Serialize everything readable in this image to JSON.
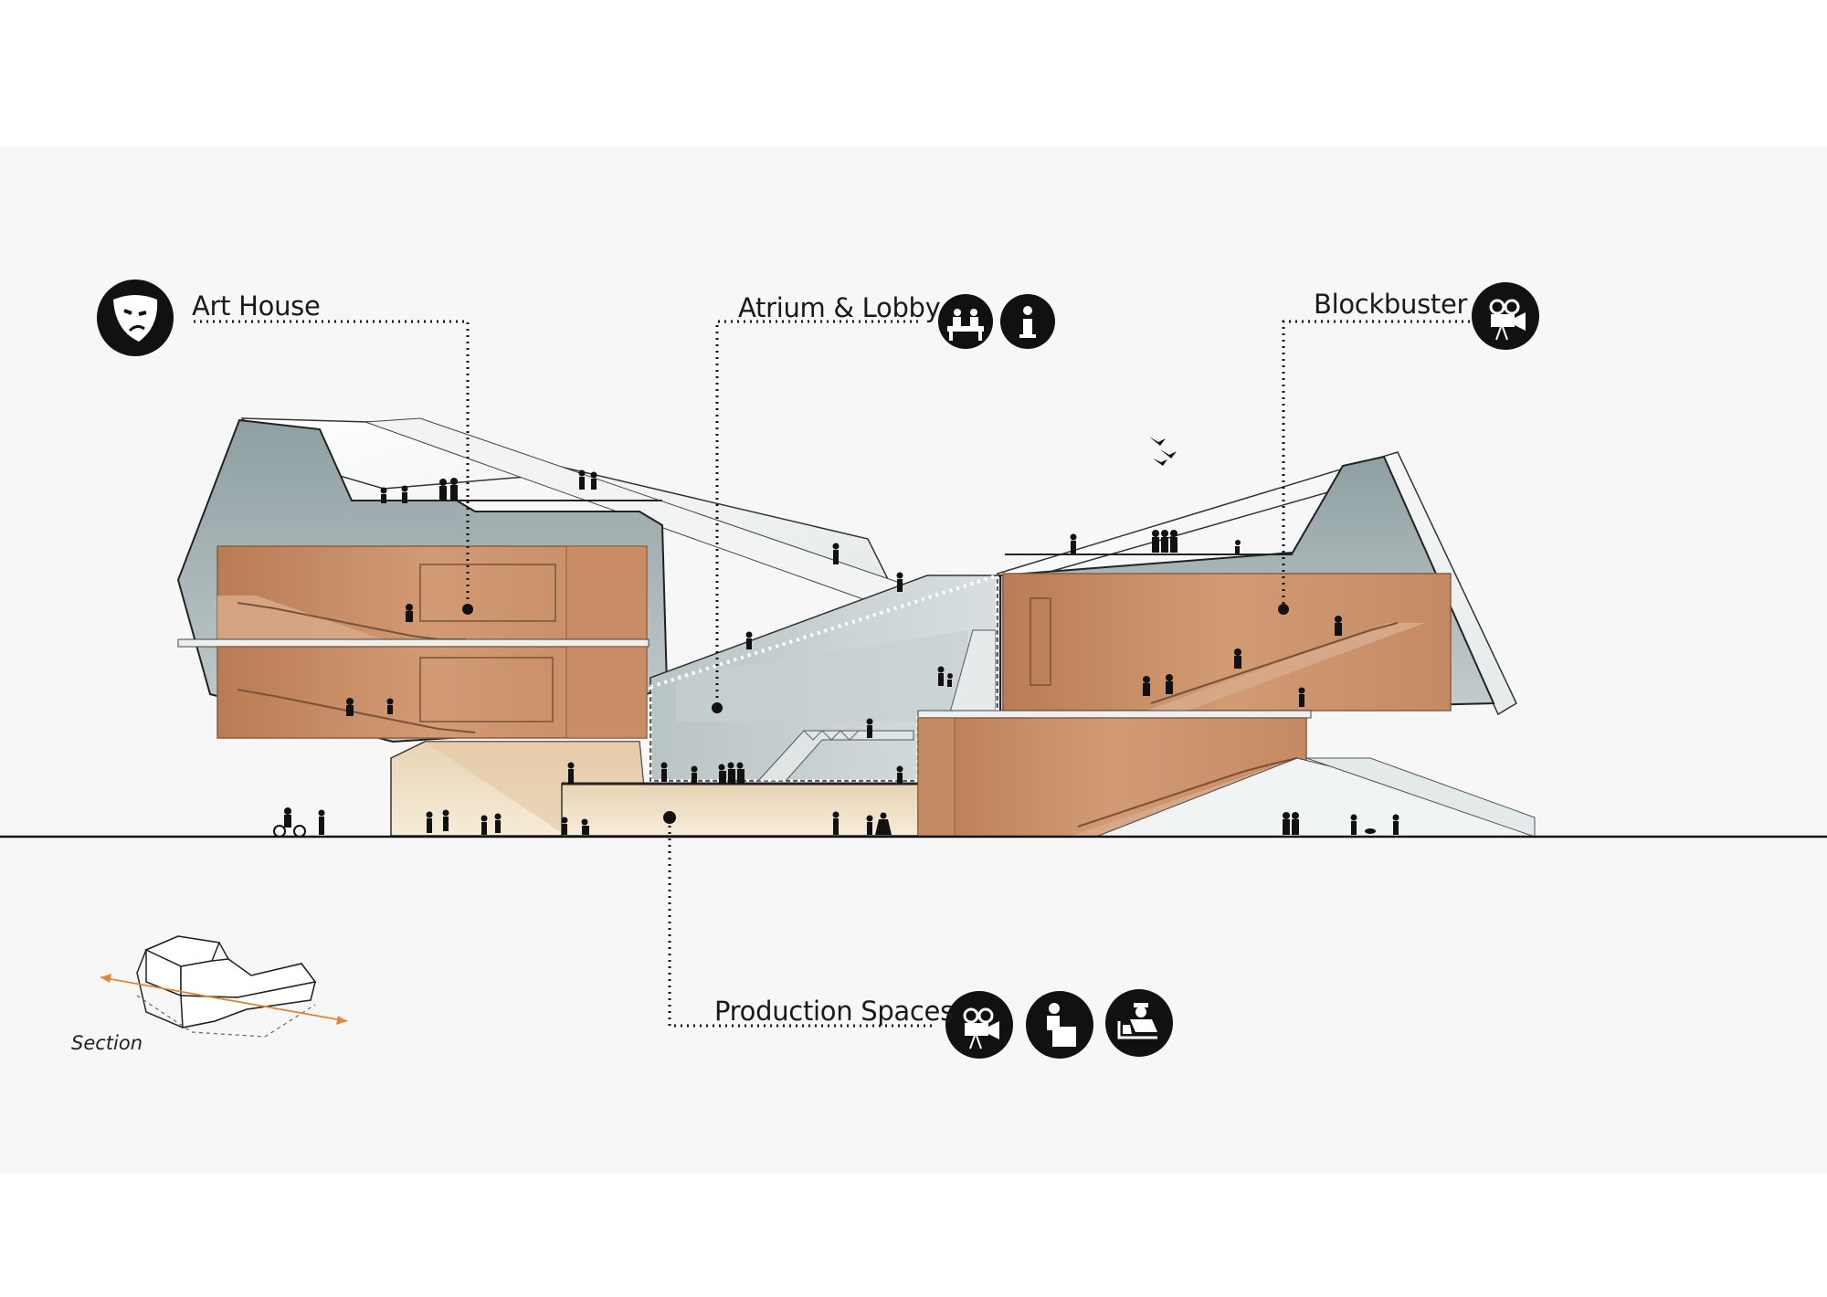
{
  "labels": {
    "art_house": "Art House",
    "atrium_lobby": "Atrium & Lobby",
    "blockbuster": "Blockbuster",
    "production_spaces": "Production Spaces"
  },
  "section_caption": "Section",
  "icons": {
    "art_house": [
      "theater-mask-icon"
    ],
    "atrium_lobby": [
      "reception-desk-icon",
      "info-icon"
    ],
    "blockbuster": [
      "film-camera-icon"
    ],
    "production_spaces": [
      "film-camera-icon",
      "person-at-desk-icon",
      "security-guard-icon"
    ]
  },
  "colors": {
    "background_band": "#f8f7f8",
    "glass": "#a9b6b7",
    "auditorium": "#c98d66",
    "outline": "#222222",
    "section_arrow": "#e0863a",
    "icon_fill": "#111111"
  }
}
